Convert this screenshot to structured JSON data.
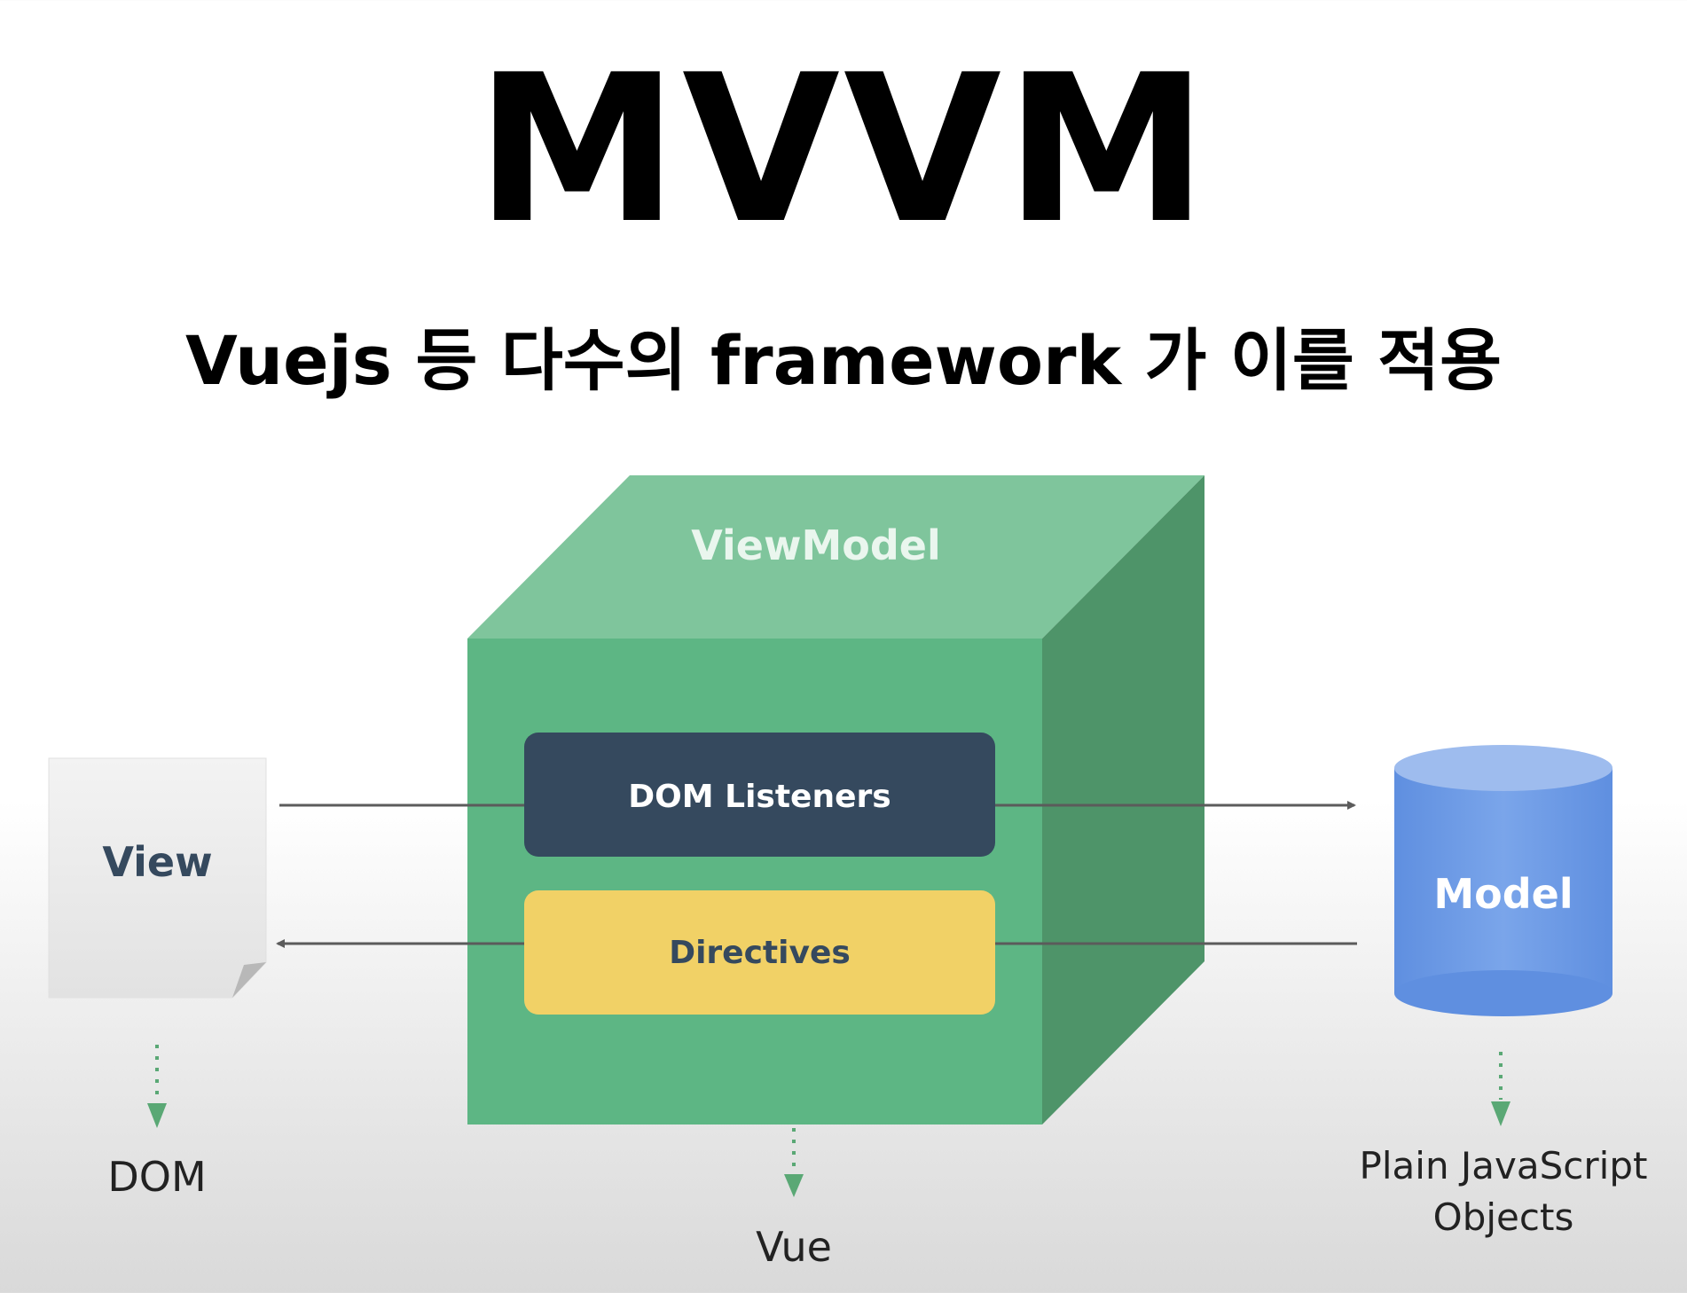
{
  "title": "MVVM",
  "subtitle": "Vuejs 등 다수의 framework 가  이를 적용",
  "diagram": {
    "viewmodel_label": "ViewModel",
    "dom_listeners_label": "DOM Listeners",
    "directives_label": "Directives",
    "view_label": "View",
    "model_label": "Model",
    "dom_caption": "DOM",
    "vue_caption": "Vue",
    "model_caption_line1": "Plain JavaScript",
    "model_caption_line2": "Objects"
  },
  "colors": {
    "cube_front": "#5db684",
    "cube_top": "#7fc59c",
    "cube_side": "#4e9469",
    "dom_listeners_box": "#35495e",
    "directives_box": "#f1d166",
    "model_cylinder": "#6b99e3",
    "model_top": "#9ebcee",
    "view_doc": "#ececec",
    "arrow": "#5b5b5b",
    "dotted_arrow": "#5aa875"
  }
}
